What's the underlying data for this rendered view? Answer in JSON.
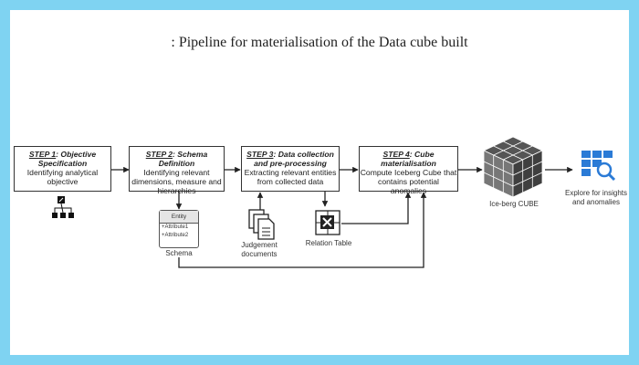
{
  "title": ": Pipeline for materialisation of the Data cube built",
  "steps": [
    {
      "step": "STEP 1",
      "rest_title": ": Objective Specification",
      "desc": "Identifying analytical objective"
    },
    {
      "step": "STEP 2",
      "rest_title": ":  Schema Definition",
      "desc": "Identifying relevant dimensions, measure and hierarchies"
    },
    {
      "step": "STEP 3",
      "rest_title": ": Data collection and pre-processing",
      "desc": "Extracting relevant entities from collected data"
    },
    {
      "step": "STEP 4",
      "rest_title": ": Cube materialisation",
      "desc": "Compute Iceberg Cube that contains potential anomalies"
    }
  ],
  "entity": {
    "header": "Entity",
    "attr1": "+Attribute1",
    "attr2": "+Attribute2"
  },
  "labels": {
    "schema": "Schema",
    "judgement": "Judgement documents",
    "relation": "Relation Table",
    "iceberg": "Ice-berg CUBE",
    "explore": "Explore for insights and anomalies"
  },
  "icons": [
    "hierarchy-icon",
    "entity-diagram-icon",
    "documents-icon",
    "excel-icon",
    "cube-icon",
    "data-search-icon"
  ],
  "colors": {
    "frame": "#7fd3f2",
    "cube": "#555555",
    "explore_icon": "#2b7bd6"
  }
}
